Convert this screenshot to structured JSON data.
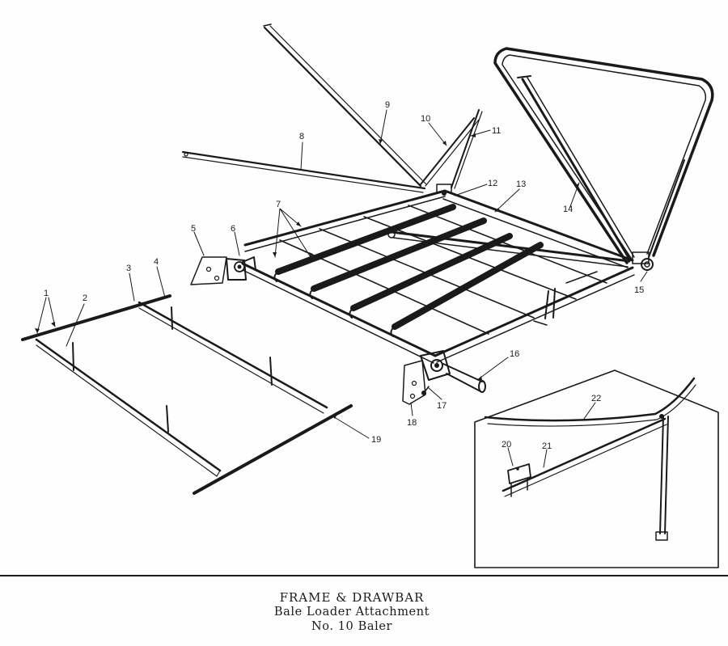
{
  "caption": {
    "title": "FRAME & DRAWBAR",
    "line2": "Bale Loader Attachment",
    "line3": "No. 10 Baler"
  },
  "callouts": {
    "n1": "1",
    "n2": "2",
    "n3": "3",
    "n4": "4",
    "n5": "5",
    "n6": "6",
    "n7": "7",
    "n8": "8",
    "n9": "9",
    "n10": "10",
    "n11": "11",
    "n12": "12",
    "n13": "13",
    "n14": "14",
    "n15": "15",
    "n16": "16",
    "n17": "17",
    "n18": "18",
    "n19": "19",
    "n20": "20",
    "n21": "21",
    "n22": "22"
  }
}
